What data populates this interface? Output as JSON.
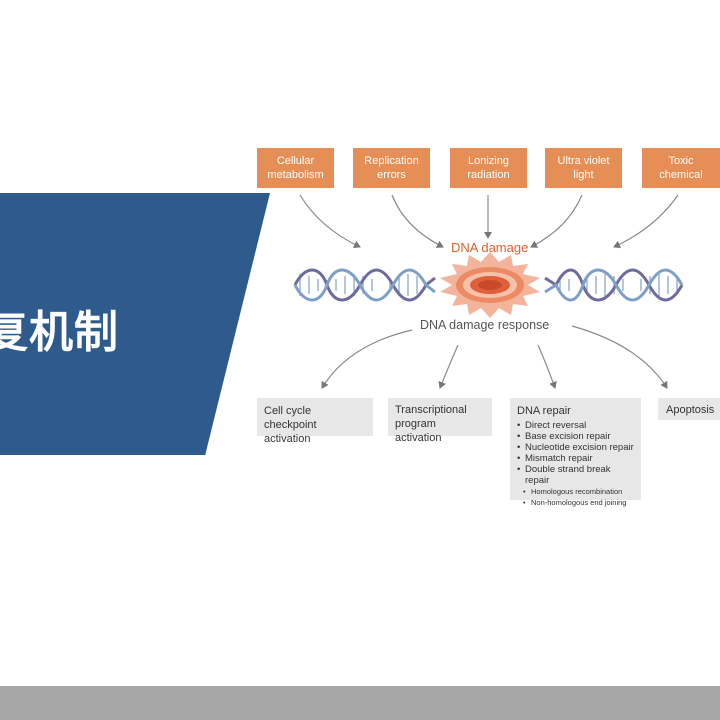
{
  "slide": {
    "title_fragment": "复机制"
  },
  "diagram": {
    "causes": [
      {
        "label": "Cellular\nmetabolism"
      },
      {
        "label": "Replication\nerrors"
      },
      {
        "label": "Lonizing\nradiation"
      },
      {
        "label": "Ultra violet\nlight"
      },
      {
        "label": "Toxic\nchemical"
      }
    ],
    "damage_label": "DNA damage",
    "response_label": "DNA damage response",
    "outcomes": {
      "checkpoint": "Cell cycle checkpoint\nactivation",
      "transcription": "Transcriptional\nprogram activation",
      "repair_title": "DNA repair",
      "repair_items": [
        "Direct reversal",
        "Base excision repair",
        "Nucleotide excision repair",
        "Mismatch repair",
        "Double strand break repair"
      ],
      "repair_subitems": [
        "Homologous recombination",
        "Non-homologous end joining"
      ],
      "apoptosis": "Apoptosis"
    },
    "colors": {
      "cause_box": "#e58f56",
      "damage_text": "#d9632d",
      "response_text": "#555555",
      "helix_purple": "#6e6b9e",
      "helix_blue": "#7ea0c8",
      "burst_outer": "#f3b49b",
      "burst_core": "#e0603a",
      "outcome_box": "#e7e7e7",
      "title_band": "#2f5b8c"
    }
  }
}
